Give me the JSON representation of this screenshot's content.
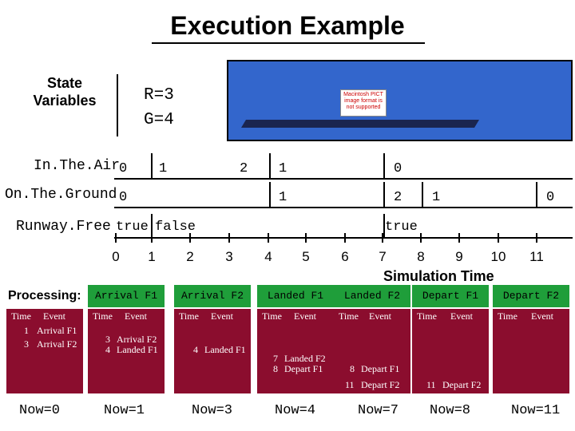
{
  "title": "Execution Example",
  "state_label_line1": "State",
  "state_label_line2": "Variables",
  "r_value": "R=3",
  "g_value": "G=4",
  "pict_notice": "Macintosh PICT image format is not supported",
  "rows": {
    "in_the_air": {
      "label": "In.The.Air",
      "values": [
        "0",
        "1",
        "2",
        "1",
        "0"
      ]
    },
    "on_the_ground": {
      "label": "On.The.Ground",
      "values": [
        "0",
        "1",
        "2",
        "1",
        "0"
      ]
    },
    "runway_free": {
      "label": "Runway.Free",
      "values": [
        "true",
        "false",
        "true"
      ]
    }
  },
  "ticks": [
    "0",
    "1",
    "2",
    "3",
    "4",
    "5",
    "6",
    "7",
    "8",
    "9",
    "10",
    "11"
  ],
  "time_axis_label": "Simulation Time",
  "processing_label": "Processing:",
  "columns": [
    {
      "header": "",
      "time_h": "Time",
      "event_h": "Event",
      "rows": [
        {
          "t": "1",
          "e": "Arrival F1"
        },
        {
          "t": "3",
          "e": "Arrival F2"
        }
      ],
      "now": "Now=0"
    },
    {
      "header": "Arrival F1",
      "time_h": "Time",
      "event_h": "Event",
      "rows": [
        {
          "t": "3",
          "e": "Arrival F2"
        },
        {
          "t": "4",
          "e": "Landed F1"
        }
      ],
      "now": "Now=1"
    },
    {
      "header": "Arrival F2",
      "time_h": "Time",
      "event_h": "Event",
      "rows": [
        {
          "t": "4",
          "e": "Landed F1"
        }
      ],
      "now": "Now=3"
    },
    {
      "header": "Landed F1",
      "time_h": "Time",
      "event_h": "Event",
      "rows": [
        {
          "t": "7",
          "e": "Landed F2"
        },
        {
          "t": "8",
          "e": "Depart F1"
        }
      ],
      "now": "Now=4"
    },
    {
      "header": "Landed F2",
      "time_h": "Time",
      "event_h": "Event",
      "rows": [
        {
          "t": "8",
          "e": "Depart F1"
        },
        {
          "t": "11",
          "e": "Depart F2"
        }
      ],
      "now": "Now=7"
    },
    {
      "header": "Depart F1",
      "time_h": "Time",
      "event_h": "Event",
      "rows": [
        {
          "t": "11",
          "e": "Depart F2"
        }
      ],
      "now": "Now=8"
    },
    {
      "header": "Depart F2",
      "time_h": "Time",
      "event_h": "Event",
      "rows": [],
      "now": "Now=11"
    }
  ],
  "colors": {
    "accent_blue": "#3366cc",
    "event_header_green": "#1f9e3a",
    "event_list_red": "#8b0d2e"
  }
}
